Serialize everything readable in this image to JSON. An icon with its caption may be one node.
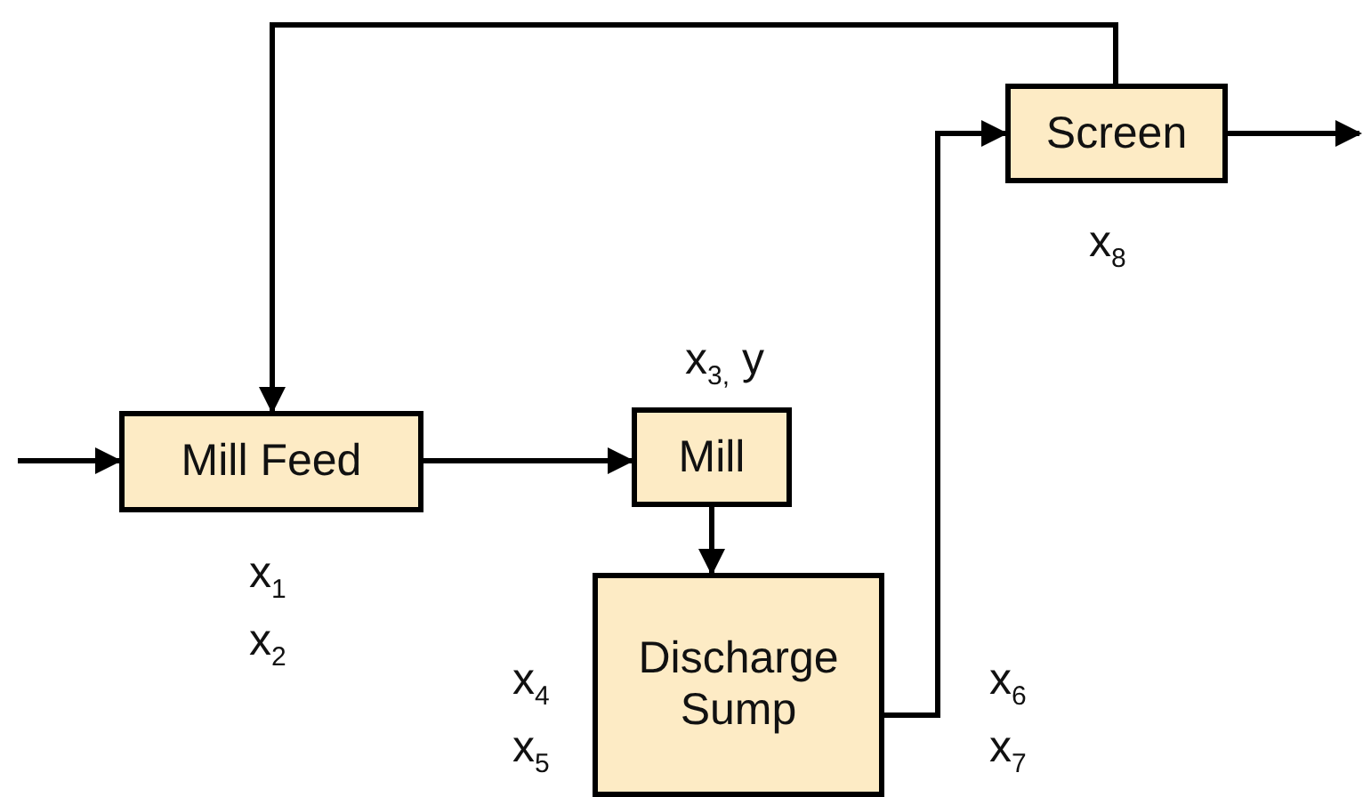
{
  "diagram": {
    "nodes": [
      {
        "text": [
          "Mill Feed"
        ],
        "beside": [
          "x$_{1}$",
          "x$_{2}$"
        ]
      },
      {
        "text": [
          "Mill"
        ],
        "beside": [
          "x$_{3,}$ y"
        ]
      },
      {
        "text": [
          "Discharge Sump"
        ],
        "beside": [
          "x$_{4}$",
          "x$_{5}$",
          "x$_{6}$",
          "x$_{7}$"
        ]
      },
      {
        "text": [
          "Screen"
        ],
        "beside": [
          "x$_{8}$"
        ]
      }
    ],
    "edges": [
      {
        "from": null,
        "to": 0,
        "arrow": "to"
      },
      {
        "from": 0,
        "to": 1,
        "arrow": "to"
      },
      {
        "from": 1,
        "to": 2,
        "arrow": "to"
      },
      {
        "from": 2,
        "to": 3,
        "arrow": "to"
      },
      {
        "from": 3,
        "to": 0,
        "arrow": "to"
      },
      {
        "from": 3,
        "to": null,
        "arrow": "to"
      }
    ]
  }
}
